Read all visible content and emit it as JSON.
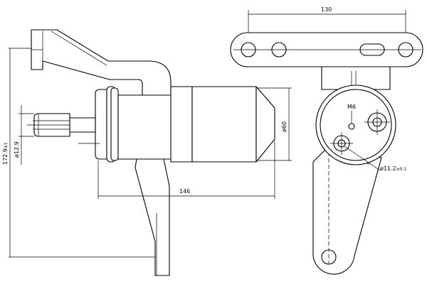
{
  "dimensions": {
    "overall_height": "172.9",
    "overall_height_tol": "±1",
    "tube_diameter": "ø12.9",
    "body_diameter": "ø60",
    "body_length": "146",
    "hole_spacing": "130",
    "thread": "M6",
    "mount_hole": "ø11.2",
    "mount_hole_tol": "±0.1"
  }
}
